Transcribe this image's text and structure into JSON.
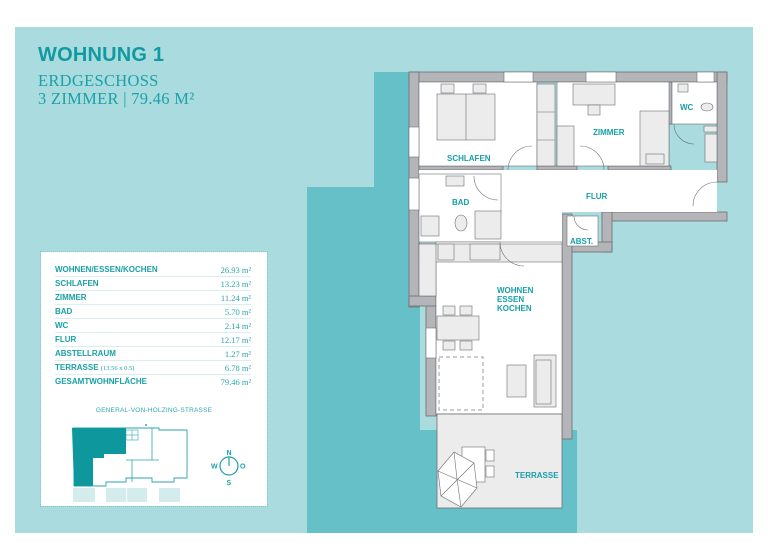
{
  "header": {
    "title": "WOHNUNG 1",
    "floor": "ERDGESCHOSS",
    "summary": "3 ZIMMER | 79.46 M²"
  },
  "area_table": {
    "rows": [
      {
        "name": "WOHNEN/ESSEN/KOCHEN",
        "note": "",
        "value": "26.93 m²"
      },
      {
        "name": "SCHLAFEN",
        "note": "",
        "value": "13.23 m²"
      },
      {
        "name": "ZIMMER",
        "note": "",
        "value": "11.24 m²"
      },
      {
        "name": "BAD",
        "note": "",
        "value": "5.70 m²"
      },
      {
        "name": "WC",
        "note": "",
        "value": "2.14 m²"
      },
      {
        "name": "FLUR",
        "note": "",
        "value": "12.17 m²"
      },
      {
        "name": "ABSTELLRAUM",
        "note": "",
        "value": "1.27 m²"
      },
      {
        "name": "TERRASSE",
        "note": "(13.56 x 0.5)",
        "value": "6.78 m²"
      },
      {
        "name": "GESAMTWOHNFLÄCHE",
        "note": "",
        "value": "79.46 m²"
      }
    ]
  },
  "site_plan": {
    "street": "GENERAL-VON-HOLZING-STRASSE",
    "compass": {
      "n": "N",
      "s": "S",
      "w": "W",
      "o": "O"
    }
  },
  "floor_plan": {
    "rooms": {
      "schlafen": "SCHLAFEN",
      "zimmer": "ZIMMER",
      "wc": "WC",
      "bad": "BAD",
      "flur": "FLUR",
      "abst": "ABST.",
      "wohnen1": "WOHNEN",
      "wohnen2": "ESSEN",
      "wohnen3": "KOCHEN",
      "terrasse": "TERRASSE"
    }
  },
  "colors": {
    "background_light": "#aadbdf",
    "garden_teal": "#65c1c7",
    "accent_text": "#119aa0",
    "wall_gray": "#b4b5b9",
    "site_highlight": "#0e989d"
  }
}
